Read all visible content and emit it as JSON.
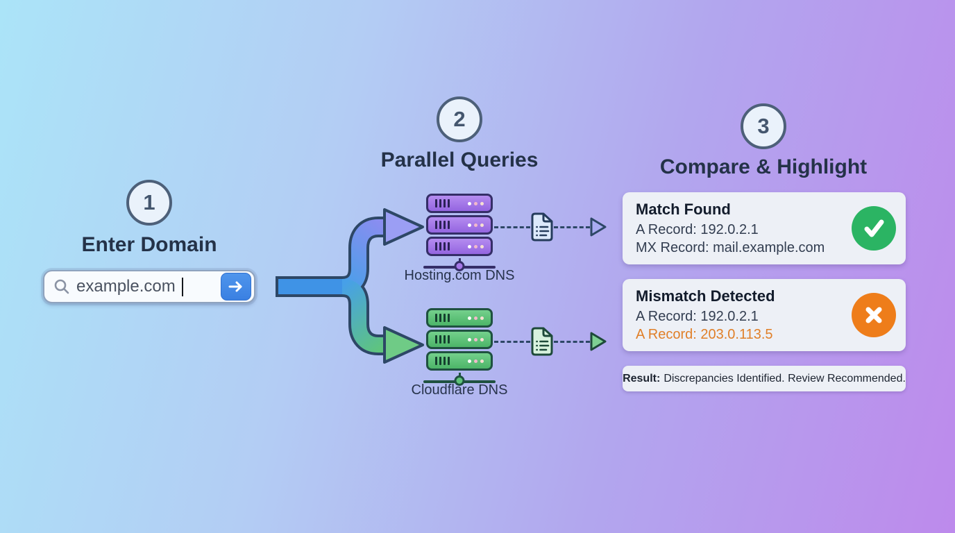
{
  "steps": {
    "one": {
      "number": "1",
      "title": "Enter Domain"
    },
    "two": {
      "number": "2",
      "title": "Parallel Queries"
    },
    "three": {
      "number": "3",
      "title": "Compare & Highlight"
    }
  },
  "search": {
    "value": "example.com",
    "icon": "search-icon",
    "submit_icon": "arrow-right-icon"
  },
  "servers": {
    "hosting": {
      "label": "Hosting.com DNS",
      "color": "#9b6ce4"
    },
    "cloudflare": {
      "label": "Cloudflare DNS",
      "color": "#57c078"
    }
  },
  "cards": {
    "match": {
      "title": "Match Found",
      "line1": "A Record: 192.0.2.1",
      "line2": "MX Record: mail.example.com",
      "status": "check",
      "status_color": "#2bb463"
    },
    "mismatch": {
      "title": "Mismatch Detected",
      "line1": "A Record: 192.0.2.1",
      "line2": "A Record: 203.0.113.5",
      "status": "cross",
      "status_color": "#ee7d1a",
      "highlight_color": "#e07f28"
    }
  },
  "result": {
    "label": "Result:",
    "text": "Discrepancies Identified. Review Recommended."
  },
  "colors": {
    "bg_start": "#abe4f8",
    "bg_end": "#bd8aec",
    "accent_blue": "#3a80e2",
    "outline_navy": "#2d4766",
    "server_purple": "#9b6ce4",
    "server_green": "#57c078",
    "success_green": "#2bb463",
    "error_orange": "#ee7d1a",
    "mismatch_text": "#e07f28"
  }
}
